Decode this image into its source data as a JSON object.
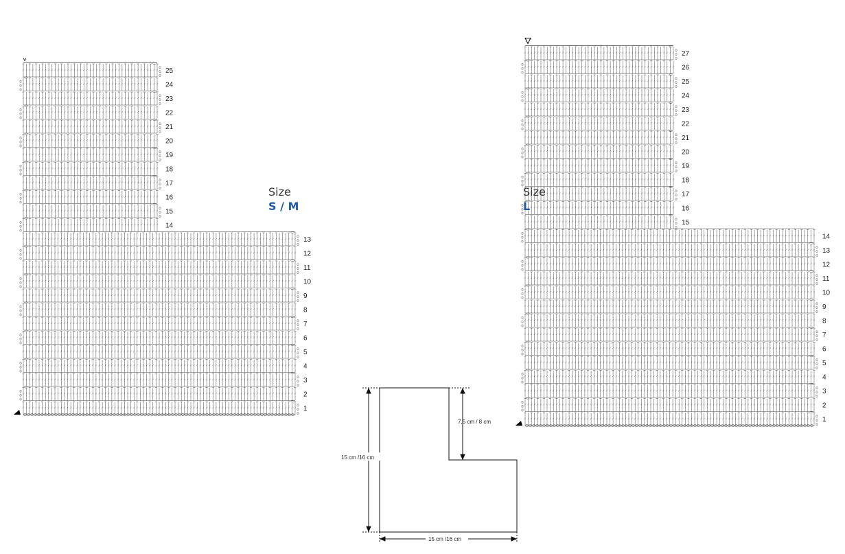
{
  "charts": {
    "sm": {
      "size_label": "Size",
      "size_value": "S / M",
      "rows_bottom": [
        "1",
        "2",
        "3",
        "4",
        "5",
        "6",
        "7",
        "8",
        "9",
        "10",
        "11",
        "12",
        "13"
      ],
      "rows_top": [
        "14",
        "15",
        "16",
        "17",
        "18",
        "19",
        "20",
        "21",
        "22",
        "23",
        "24",
        "25"
      ],
      "start_marker": "start-triangle-icon",
      "end_marker": "v-mark"
    },
    "l": {
      "size_label": "Size",
      "size_value": "L",
      "rows_bottom": [
        "1",
        "2",
        "3",
        "4",
        "5",
        "6",
        "7",
        "8",
        "9",
        "10",
        "11",
        "12",
        "13",
        "14"
      ],
      "rows_top": [
        "15",
        "16",
        "17",
        "18",
        "19",
        "20",
        "21",
        "22",
        "23",
        "24",
        "25",
        "26",
        "27"
      ],
      "start_marker": "start-triangle-icon",
      "end_marker": "end-triangle-outline-icon"
    }
  },
  "schematic": {
    "height_label": "15 cm /16 cm",
    "top_label": "7,5 cm / 8 cm",
    "width_label": "15 cm /16 cm"
  }
}
